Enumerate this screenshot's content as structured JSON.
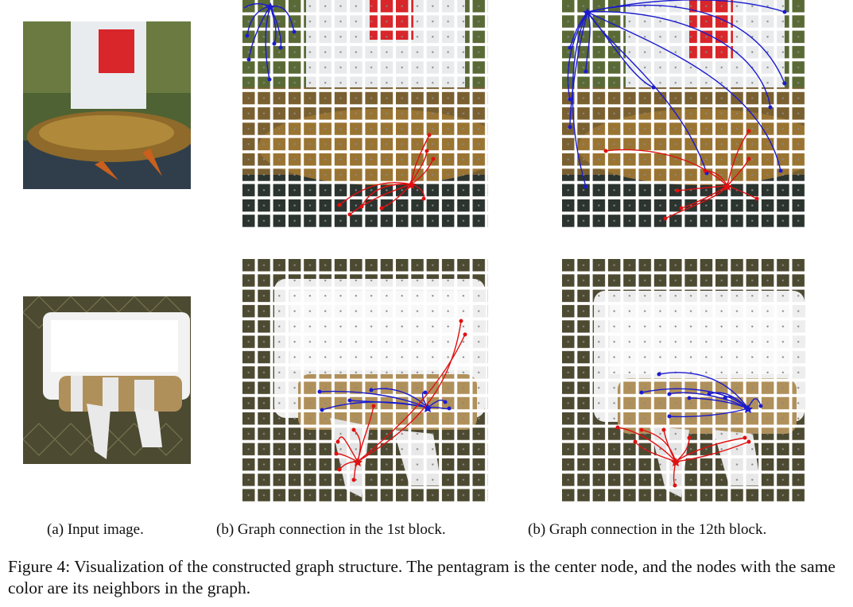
{
  "captions": {
    "a": "(a) Input image.",
    "b1": "(b) Graph connection in the 1st block.",
    "b12": "(b) Graph connection in the 12th block."
  },
  "figure_caption": "Figure 4: Visualization of the constructed graph structure. The pentagram is the center node, and the nodes with the same color are its neighbors in the graph.",
  "colors": {
    "blue_edges": "#1a1ad0",
    "red_edges": "#e01010"
  }
}
